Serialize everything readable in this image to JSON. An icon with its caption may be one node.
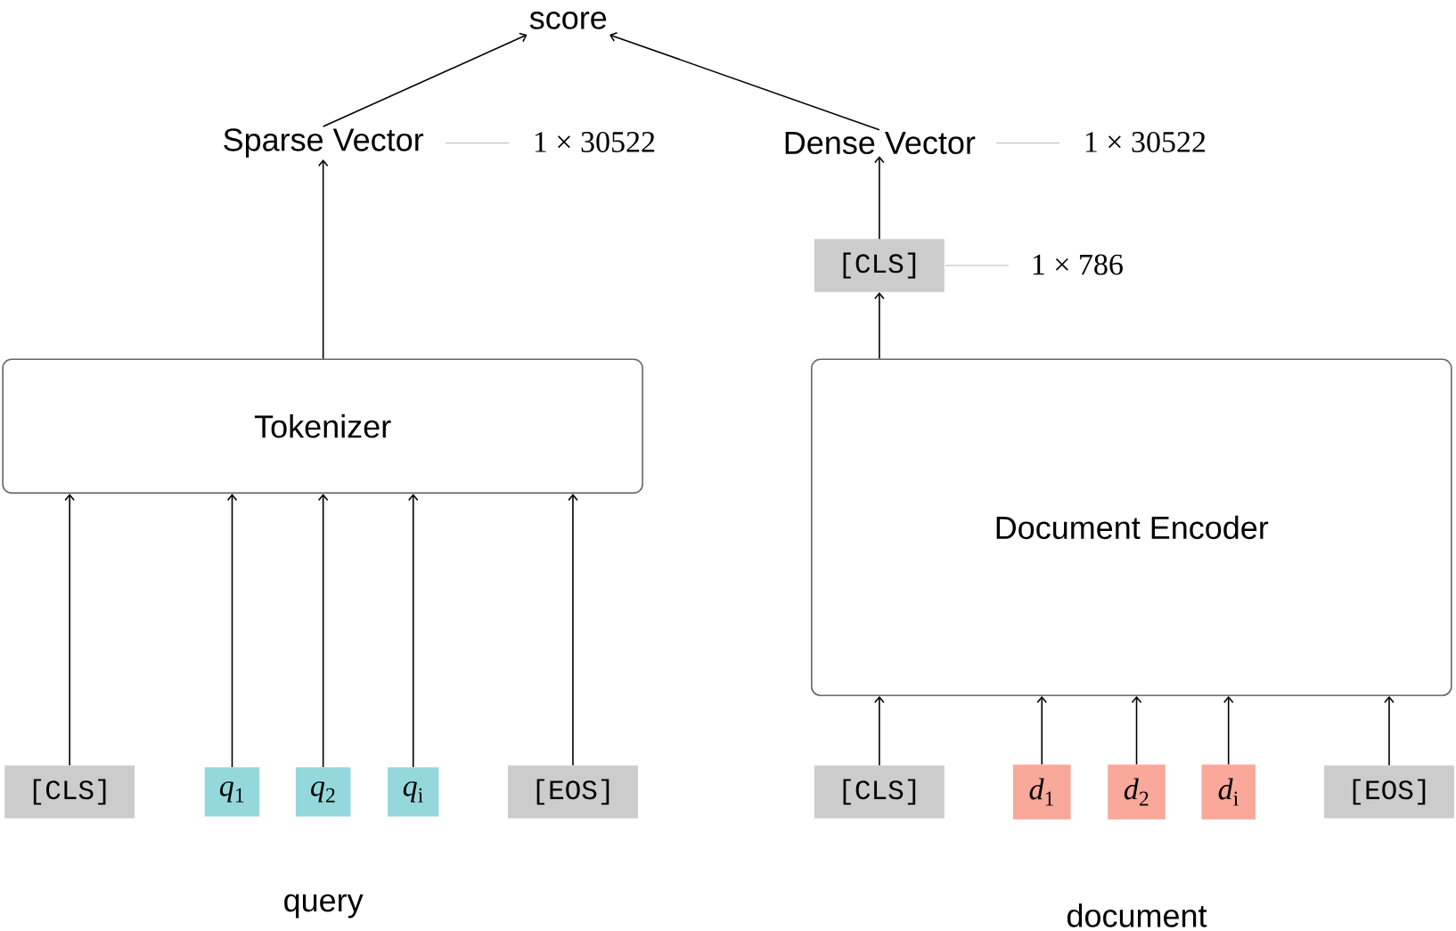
{
  "diagram": {
    "nodes": [
      {
        "text": [
          "score"
        ]
      },
      {
        "text": [
          "Sparse Vector"
        ],
        "beside": [
          "1 × 30522"
        ]
      },
      {
        "text": [
          "Dense Vector"
        ],
        "beside": [
          "1 × 30522"
        ]
      },
      {
        "text": [
          "[CLS]"
        ],
        "beside": [
          "1 × 786"
        ]
      },
      {
        "text": [
          "Tokenizer"
        ]
      },
      {
        "text": [
          "Document Encoder"
        ]
      },
      {
        "text": [
          "[CLS]"
        ]
      },
      {
        "text": [
          "*q*$_{1}$"
        ]
      },
      {
        "text": [
          "*q*$_{2}$"
        ]
      },
      {
        "text": [
          "*q*$_{i}$"
        ]
      },
      {
        "text": [
          "[EOS]"
        ]
      },
      {
        "text": [
          "[CLS]"
        ]
      },
      {
        "text": [
          "*d*$_{1}$"
        ]
      },
      {
        "text": [
          "*d*$_{2}$"
        ]
      },
      {
        "text": [
          "*d*$_{i}$"
        ]
      },
      {
        "text": [
          "[EOS]"
        ]
      }
    ],
    "edges": [
      {
        "from": 1,
        "to": 0,
        "arrow": "to"
      },
      {
        "from": 2,
        "to": 0,
        "arrow": "to"
      },
      {
        "from": 4,
        "to": 1,
        "arrow": "to"
      },
      {
        "from": 3,
        "to": 2,
        "arrow": "to"
      },
      {
        "from": 5,
        "to": 3,
        "arrow": "to"
      },
      {
        "from": 6,
        "to": 4,
        "arrow": "to"
      },
      {
        "from": 7,
        "to": 4,
        "arrow": "to"
      },
      {
        "from": 8,
        "to": 4,
        "arrow": "to"
      },
      {
        "from": 9,
        "to": 4,
        "arrow": "to"
      },
      {
        "from": 10,
        "to": 4,
        "arrow": "to"
      },
      {
        "from": 11,
        "to": 5,
        "arrow": "to"
      },
      {
        "from": 12,
        "to": 5,
        "arrow": "to"
      },
      {
        "from": 13,
        "to": 5,
        "arrow": "to"
      },
      {
        "from": 14,
        "to": 5,
        "arrow": "to"
      },
      {
        "from": 15,
        "to": 5,
        "arrow": "to"
      }
    ],
    "labels": [
      "query",
      "document"
    ]
  }
}
